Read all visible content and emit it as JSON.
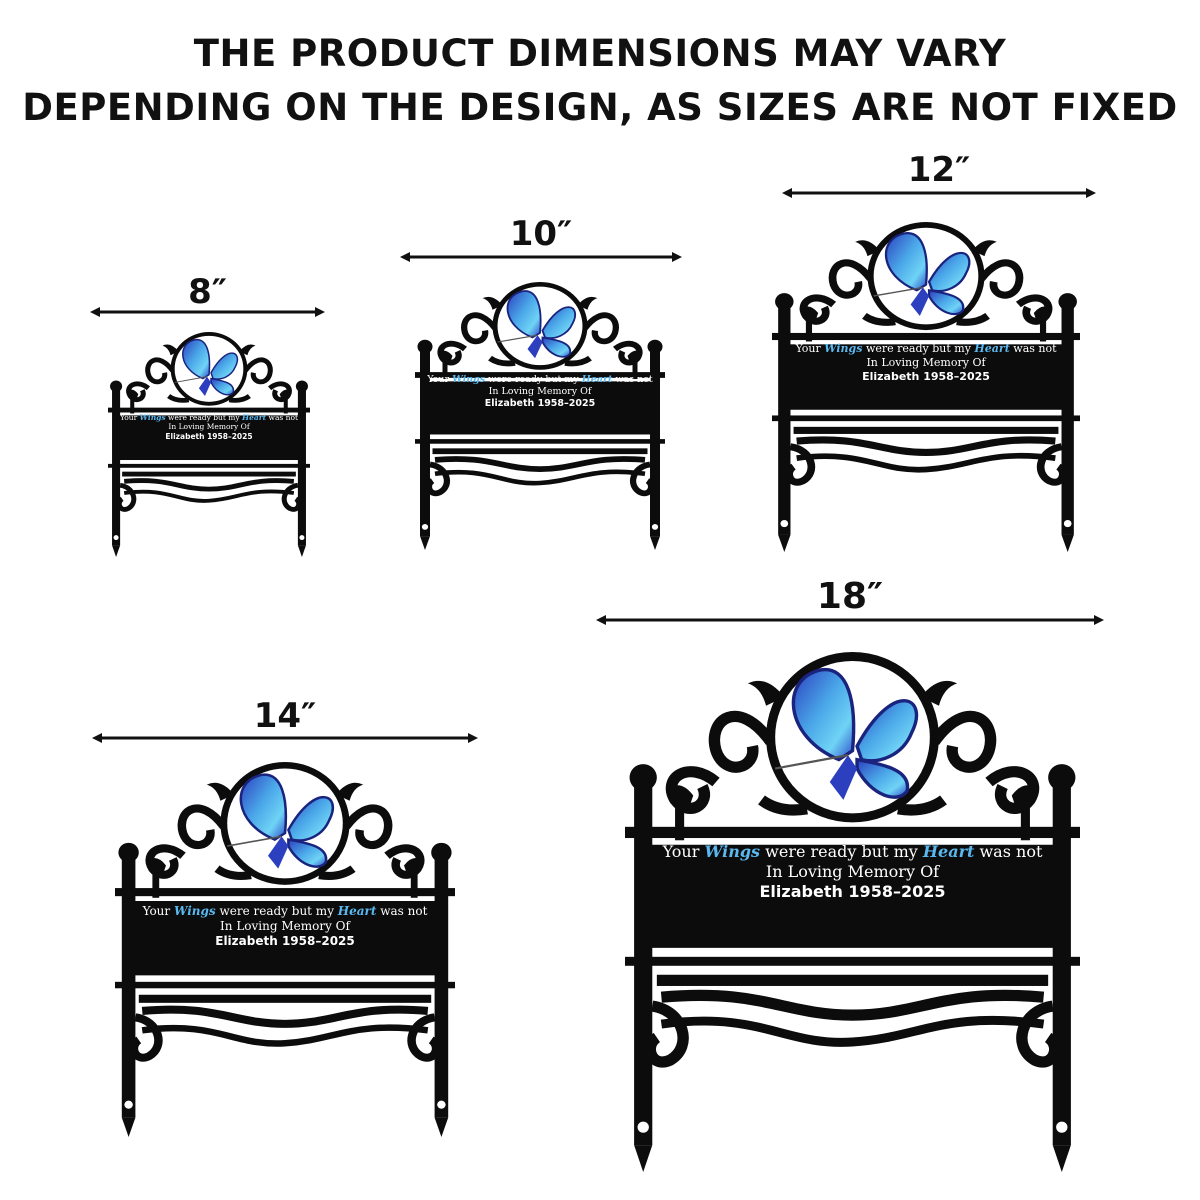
{
  "headline": {
    "line1": "THE PRODUCT DIMENSIONS MAY VARY",
    "line2": "DEPENDING ON THE DESIGN, AS SIZES ARE NOT FIXED"
  },
  "sizes": [
    {
      "label": "8″"
    },
    {
      "label": "10″"
    },
    {
      "label": "12″"
    },
    {
      "label": "14″"
    },
    {
      "label": "18″"
    }
  ],
  "plaque": {
    "line1_pre": "Your ",
    "line1_word1": "Wings",
    "line1_mid": " were ready but my ",
    "line1_word2": "Heart",
    "line1_post": " was not",
    "line2": "In Loving Memory Of",
    "line3": "Elizabeth  1958–2025"
  },
  "colors": {
    "metal": "#0c0c0c",
    "butterfly_light": "#6fd3f5",
    "butterfly_dark": "#2b3fbf",
    "accent_text": "#5ab8f0"
  }
}
